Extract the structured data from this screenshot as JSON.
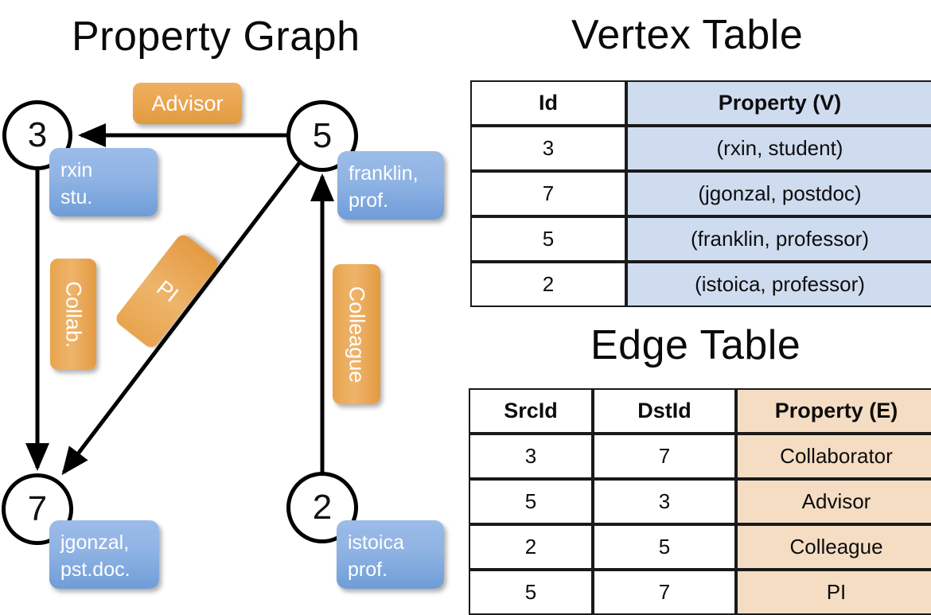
{
  "titles": {
    "property_graph": "Property Graph",
    "vertex_table": "Vertex Table",
    "edge_table": "Edge Table"
  },
  "graph": {
    "nodes": [
      {
        "id": "3",
        "property_lines": [
          "rxin",
          "stu."
        ]
      },
      {
        "id": "5",
        "property_lines": [
          "franklin,",
          "prof."
        ]
      },
      {
        "id": "7",
        "property_lines": [
          "jgonzal,",
          "pst.doc."
        ]
      },
      {
        "id": "2",
        "property_lines": [
          "istoica",
          "prof."
        ]
      }
    ],
    "edge_labels": [
      {
        "text": "Advisor",
        "from": "5",
        "to": "3"
      },
      {
        "text": "Collab.",
        "from": "3",
        "to": "7"
      },
      {
        "text": "PI",
        "from": "5",
        "to": "7"
      },
      {
        "text": "Colleague",
        "from": "2",
        "to": "5"
      }
    ]
  },
  "vertex_table": {
    "headers": [
      "Id",
      "Property (V)"
    ],
    "rows": [
      [
        "3",
        "(rxin, student)"
      ],
      [
        "7",
        "(jgonzal, postdoc)"
      ],
      [
        "5",
        "(franklin, professor)"
      ],
      [
        "2",
        "(istoica, professor)"
      ]
    ]
  },
  "edge_table": {
    "headers": [
      "SrcId",
      "DstId",
      "Property (E)"
    ],
    "rows": [
      [
        "3",
        "7",
        "Collaborator"
      ],
      [
        "5",
        "3",
        "Advisor"
      ],
      [
        "2",
        "5",
        "Colleague"
      ],
      [
        "5",
        "7",
        "PI"
      ]
    ]
  },
  "colors": {
    "vertex_property_fill": "#cfdcf0",
    "edge_property_fill": "#f5ddc3",
    "node_box_blue": "#8fb3e4",
    "edge_label_orange": "#e9a34c",
    "stroke": "#000000"
  }
}
